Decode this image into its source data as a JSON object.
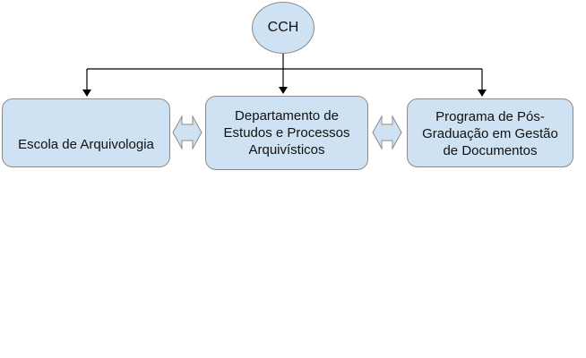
{
  "diagram": {
    "root": {
      "label": "CCH"
    },
    "children": [
      {
        "label": "Escola de Arquivologia"
      },
      {
        "label": "Departamento de Estudos e Processos Arquivísticos"
      },
      {
        "label": "Programa de Pós-Graduação em Gestão de Documentos"
      }
    ],
    "colors": {
      "fill": "#cfe2f3",
      "border": "#8a8a8a",
      "line": "#000000"
    }
  }
}
